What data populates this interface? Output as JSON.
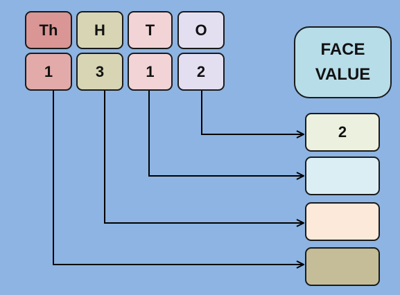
{
  "place_headers": [
    {
      "label": "Th",
      "color": "#d99694"
    },
    {
      "label": "H",
      "color": "#d8d5b5"
    },
    {
      "label": "T",
      "color": "#f2d4d6"
    },
    {
      "label": "O",
      "color": "#e4dff0"
    }
  ],
  "digits": [
    {
      "value": "1",
      "color": "#e2aaa9"
    },
    {
      "value": "3",
      "color": "#d8d5b5"
    },
    {
      "value": "1",
      "color": "#f2d4d6"
    },
    {
      "value": "2",
      "color": "#e4dff0"
    }
  ],
  "face_value_title": {
    "line1": "FACE",
    "line2": "VALUE"
  },
  "face_value_boxes": [
    {
      "value": "2",
      "color": "#ebf1de"
    },
    {
      "value": "",
      "color": "#dbeef4"
    },
    {
      "value": "",
      "color": "#fde9d9"
    },
    {
      "value": "",
      "color": "#c4bd97"
    }
  ]
}
